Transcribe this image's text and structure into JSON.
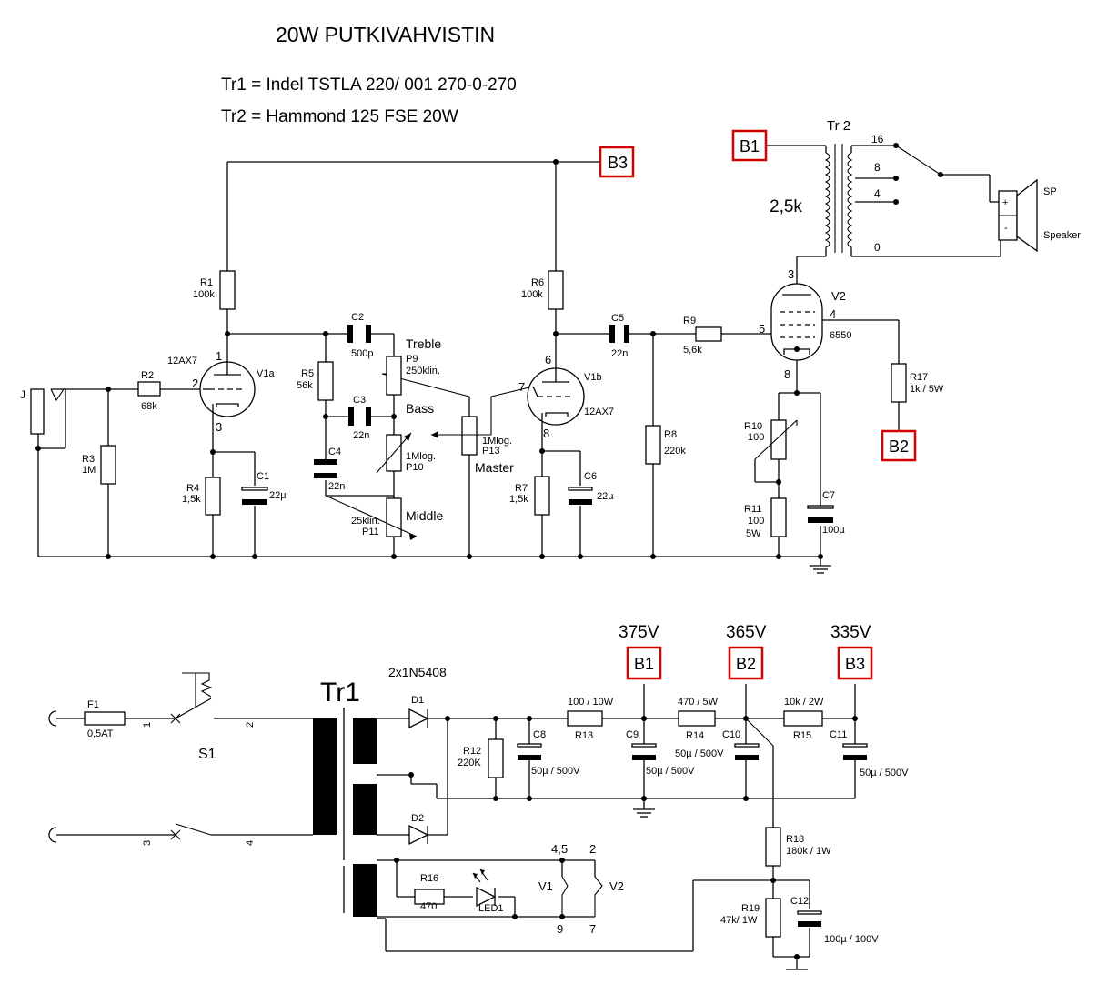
{
  "title": "20W PUTKIVAHVISTIN",
  "notes": [
    "Tr1 = Indel TSTLA 220/ 001 270-0-270",
    "Tr2 = Hammond 125 FSE 20W"
  ],
  "rails": {
    "b1": {
      "label": "B1",
      "voltage": "375V"
    },
    "b2": {
      "label": "B2",
      "voltage": "365V"
    },
    "b3": {
      "label": "B3",
      "voltage": "335V"
    }
  },
  "preamp": {
    "j": "J",
    "r1": {
      "ref": "R1",
      "value": "100k"
    },
    "r2": {
      "ref": "R2",
      "value": "68k"
    },
    "r3": {
      "ref": "R3",
      "value": "1M"
    },
    "r4": {
      "ref": "R4",
      "value": "1,5k"
    },
    "r5": {
      "ref": "R5",
      "value": "56k"
    },
    "r6": {
      "ref": "R6",
      "value": "100k"
    },
    "r7": {
      "ref": "R7",
      "value": "1,5k"
    },
    "r8": {
      "ref": "R8",
      "value": "220k"
    },
    "r9": {
      "ref": "R9",
      "value": "5,6k"
    },
    "r10": {
      "ref": "R10",
      "value": "100"
    },
    "r11": {
      "ref": "R11",
      "value": "100",
      "power": "5W"
    },
    "r17": {
      "ref": "R17",
      "value": "1k / 5W"
    },
    "c1": {
      "ref": "C1",
      "value": "22µ"
    },
    "c2": {
      "ref": "C2",
      "value": "500p"
    },
    "c3": {
      "ref": "C3",
      "value": "22n"
    },
    "c4": {
      "ref": "C4",
      "value": "22n"
    },
    "c5": {
      "ref": "C5",
      "value": "22n"
    },
    "c6": {
      "ref": "C6",
      "value": "22µ"
    },
    "c7": {
      "ref": "C7",
      "value": "100µ"
    },
    "p9": {
      "ref": "P9",
      "value": "250klin.",
      "name": "Treble"
    },
    "p10": {
      "ref": "P10",
      "value": "1Mlog.",
      "name": "Bass"
    },
    "p11": {
      "ref": "P11",
      "value": "25klin.",
      "name": "Middle"
    },
    "p13": {
      "ref": "P13",
      "value": "1Mlog.",
      "name": "Master"
    },
    "v1a": {
      "ref": "V1a",
      "type": "12AX7",
      "pins": [
        "1",
        "2",
        "3"
      ]
    },
    "v1b": {
      "ref": "V1b",
      "type": "12AX7",
      "pins": [
        "6",
        "7",
        "8"
      ]
    },
    "v2": {
      "ref": "V2",
      "type": "6550",
      "pins": [
        "3",
        "4",
        "5",
        "8"
      ]
    }
  },
  "output": {
    "tr2": "Tr 2",
    "impedance": "2,5k",
    "taps": [
      "16",
      "8",
      "4",
      "0"
    ],
    "speaker_sp": "SP",
    "speaker_label": "Speaker",
    "plus": "+",
    "minus": "-"
  },
  "psu": {
    "f1": {
      "ref": "F1",
      "value": "0,5AT"
    },
    "s1": "S1",
    "tr1": "Tr1",
    "diodes_label": "2x1N5408",
    "d1": "D1",
    "d2": "D2",
    "r12": {
      "ref": "R12",
      "value": "220K"
    },
    "r13": {
      "ref": "R13",
      "value": "100 / 10W"
    },
    "r14": {
      "ref": "R14",
      "value": "470 / 5W"
    },
    "r15": {
      "ref": "R15",
      "value": "10k / 2W"
    },
    "r16": {
      "ref": "R16",
      "value": "470"
    },
    "r18": {
      "ref": "R18",
      "value": "180k / 1W"
    },
    "r19": {
      "ref": "R19",
      "value": "47k/ 1W"
    },
    "c8": {
      "ref": "C8",
      "value": "50µ / 500V"
    },
    "c9": {
      "ref": "C9",
      "value": "50µ / 500V"
    },
    "c10": {
      "ref": "C10",
      "value": "50µ / 500V"
    },
    "c11": {
      "ref": "C11",
      "value": "50µ / 500V"
    },
    "c12": {
      "ref": "C12",
      "value": "100µ / 100V"
    },
    "led": "LED1",
    "pins": [
      "1",
      "2",
      "3",
      "4"
    ],
    "heater": {
      "v1": "V1",
      "v2": "V2",
      "v1_pins": [
        "4,5",
        "9"
      ],
      "v2_pins": [
        "2",
        "7"
      ]
    }
  }
}
